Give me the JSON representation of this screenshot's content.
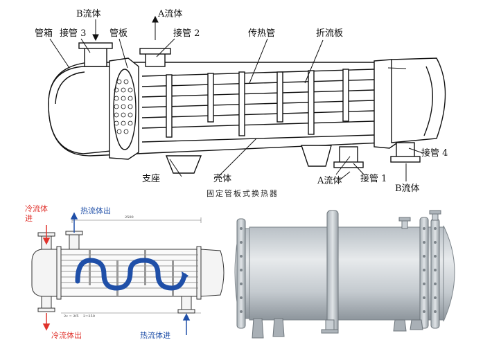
{
  "top_figure": {
    "caption": "固定管板式换热器",
    "labels": {
      "b_fluid_top": "B流体",
      "a_fluid_top": "A流体",
      "header_box": "管箱",
      "nozzle_3": "接管 3",
      "tube_sheet": "管板",
      "nozzle_2": "接管 2",
      "heat_tube": "传热管",
      "baffle": "折流板",
      "nozzle_4": "接管 4",
      "support": "支座",
      "shell": "壳体",
      "a_fluid_bottom": "A流体",
      "nozzle_1": "接管 1",
      "b_fluid_bottom": "B流体"
    }
  },
  "schematic": {
    "labels": {
      "cold_in": "冷流体\n进",
      "hot_out": "热流体出",
      "cold_out": "冷流体出",
      "hot_in": "热流体进"
    },
    "dimension_top": "2500",
    "dimension_bottom_1": "2c = 2f5",
    "dimension_bottom_2": "2=250",
    "colors": {
      "cold": "#e0322c",
      "hot": "#1f4fa8"
    }
  },
  "photo": {
    "alt": "heat exchanger photo"
  }
}
